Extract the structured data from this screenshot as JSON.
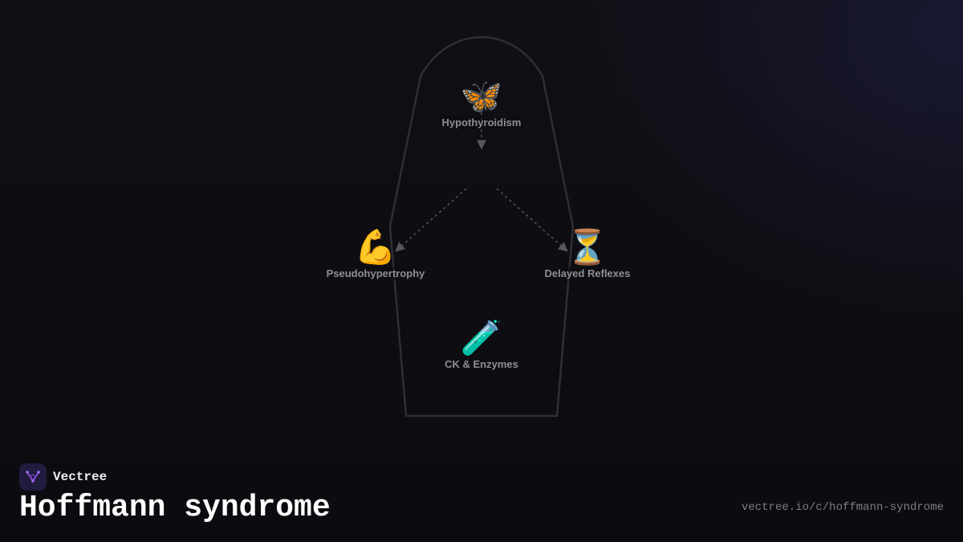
{
  "diagram": {
    "nodes": [
      {
        "id": "hypothyroidism",
        "icon": "butterfly-icon",
        "emoji": "🦋",
        "label": "Hypothyroidism"
      },
      {
        "id": "pseudohypertrophy",
        "icon": "flexed-biceps-icon",
        "emoji": "💪",
        "label": "Pseudohypertrophy"
      },
      {
        "id": "delayed-reflexes",
        "icon": "hourglass-icon",
        "emoji": "⏳",
        "label": "Delayed Reflexes"
      },
      {
        "id": "ck-enzymes",
        "icon": "test-tube-icon",
        "emoji": "🧪",
        "label": "CK & Enzymes"
      }
    ],
    "edges": [
      {
        "from": "hypothyroidism",
        "to": "hypothyroidism-center"
      },
      {
        "from": "center",
        "to": "pseudohypertrophy"
      },
      {
        "from": "center",
        "to": "delayed-reflexes"
      }
    ],
    "colors": {
      "outline": "#2e2e33",
      "arrow": "#55555c",
      "label": "#8e8e96"
    }
  },
  "footer": {
    "brand_name": "Vectree",
    "brand_icon": "vectree-logo-icon",
    "title": "Hoffmann syndrome",
    "url": "vectree.io/c/hoffmann-syndrome"
  },
  "colors": {
    "background": "#0e0e12",
    "brand_accent": "#8a4fd6",
    "title": "#ffffff"
  }
}
